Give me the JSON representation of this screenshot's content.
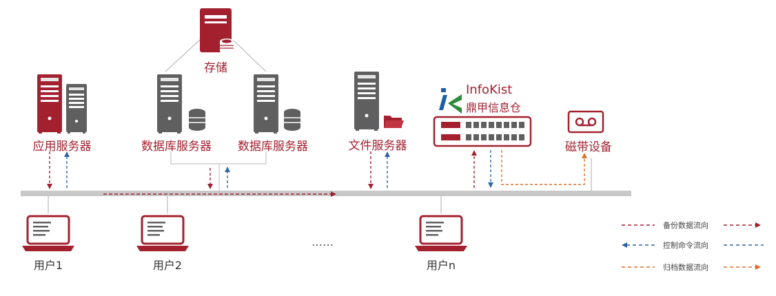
{
  "colors": {
    "accent": "#a3212f",
    "gray": "#5f5f5f",
    "bus": "#c8c8c8",
    "control": "#2f63a8",
    "archive": "#e06d27"
  },
  "nodes": {
    "storage": "存储",
    "app_server": "应用服务器",
    "db_server_1": "数据库服务器",
    "db_server_2": "数据库服务器",
    "file_server": "文件服务器",
    "brand_en": "InfoKist",
    "brand_cn": "鼎甲信息仓",
    "tape": "磁带设备",
    "user1": "用户1",
    "user2": "用户2",
    "usern": "用户n",
    "ellipsis": "……"
  },
  "legend": {
    "backup": "备份数据流向",
    "control": "控制命令流向",
    "archive": "归档数据流向"
  },
  "icons": {
    "server": "server-tower-icon",
    "database": "database-icon",
    "folder": "folder-icon",
    "laptop": "laptop-icon",
    "tape": "tape-device-icon",
    "appliance": "backup-appliance-icon",
    "logo": "infokist-logo"
  }
}
